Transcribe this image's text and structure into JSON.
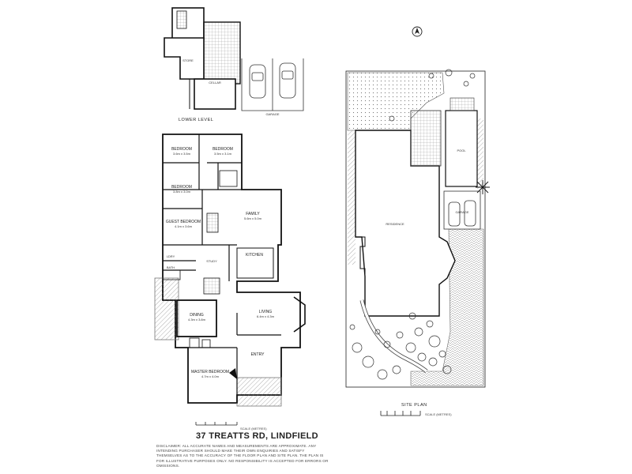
{
  "plan": {
    "address": "37 TREATTS RD, LINDFIELD",
    "disclaimer": "DISCLAIMER: ALL ACCURATE NAMES AND MEASUREMENTS ARE APPROXIMATE. ANY INTENDING PURCHASER SHOULD MAKE THEIR OWN ENQUIRIES AND SATISFY THEMSELVES AS TO THE ACCURACY OF THE FLOOR PLAN AND SITE PLAN. THE PLAN IS FOR ILLUSTRATIVE PURPOSES ONLY. NO RESPONSIBILITY IS ACCEPTED FOR ERRORS OR OMISSIONS.",
    "scale_label": "SCALE (metres)"
  },
  "lower_level": {
    "caption": "LOWER LEVEL",
    "rooms": [
      "STORE",
      "CELLAR"
    ],
    "garage_label": "GARAGE"
  },
  "main_level": {
    "rooms": {
      "bedroom_1": "BEDROOM",
      "bedroom_1_dim": "3.6m x 3.5m",
      "bedroom_2": "BEDROOM",
      "bedroom_2_dim": "3.5m x 3.1m",
      "bedroom_3": "BEDROOM",
      "bedroom_3_dim": "3.8m x 3.0m",
      "guest_bedroom": "GUEST BEDROOM",
      "guest_bedroom_dim": "4.1m x 3.6m",
      "family": "FAMILY",
      "family_dim": "5.6m x 5.0m",
      "kitchen": "KITCHEN",
      "dining": "DINING",
      "dining_dim": "4.3m x 3.8m",
      "living": "LIVING",
      "living_dim": "6.4m x 4.3m",
      "entry": "ENTRY",
      "master_bedroom": "MASTER BEDROOM",
      "master_bedroom_dim": "4.7m x 4.0m",
      "study": "STUDY",
      "laundry": "LDRY",
      "bath": "BATH"
    }
  },
  "site": {
    "caption": "SITE PLAN",
    "house_label": "RESIDENCE",
    "pool_label": "POOL",
    "garage_label": "GARAGE"
  },
  "icons": {
    "north": "north-arrow-icon"
  }
}
